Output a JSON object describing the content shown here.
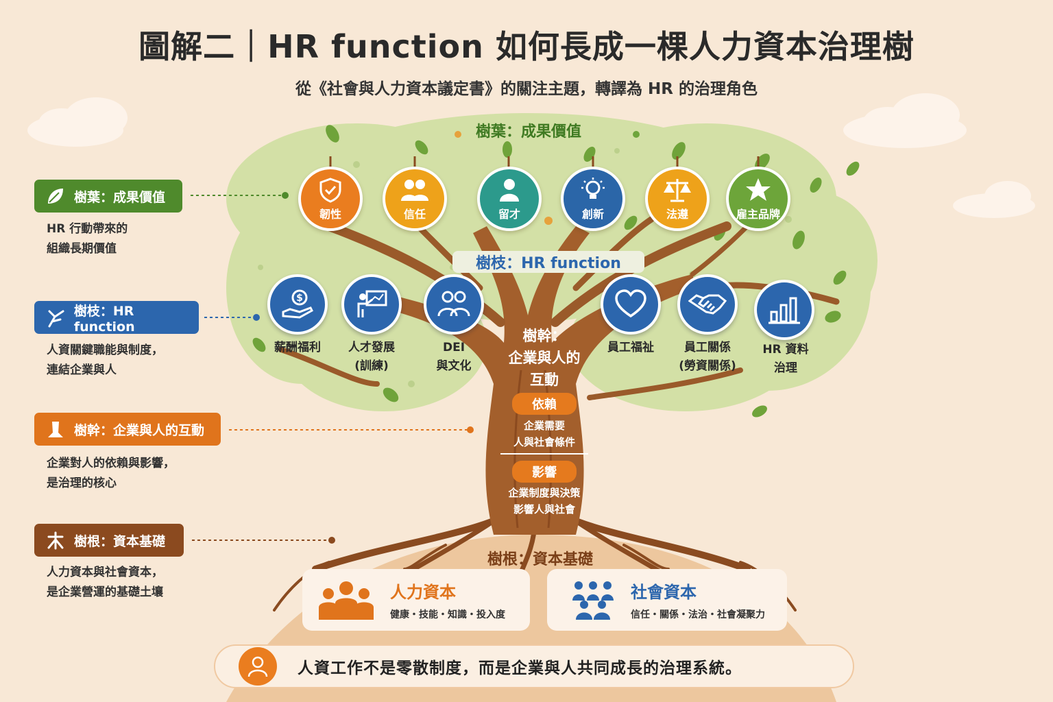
{
  "header": {
    "title": "圖解二｜HR function 如何長成一棵人力資本治理樹",
    "subtitle": "從《社會與人力資本議定書》的關注主題，轉譯為 HR 的治理角色"
  },
  "legend": [
    {
      "key": "leaves",
      "label": "樹葉：成果價值",
      "desc1": "HR 行動帶來的",
      "desc2": "組織長期價值",
      "color": "#4f8a2c",
      "icon": "leaf-icon"
    },
    {
      "key": "branches",
      "label": "樹枝：HR function",
      "desc1": "人資關鍵職能與制度，",
      "desc2": "連結企業與人",
      "color": "#2c66ad",
      "icon": "branch-icon"
    },
    {
      "key": "trunk",
      "label": "樹幹：企業與人的互動",
      "desc1": "企業對人的依賴與影響，",
      "desc2": "是治理的核心",
      "color": "#e0741c",
      "icon": "trunk-icon"
    },
    {
      "key": "roots",
      "label": "樹根：資本基礎",
      "desc1": "人力資本與社會資本，",
      "desc2": "是企業營運的基礎土壤",
      "color": "#8b4a1f",
      "icon": "roots-icon"
    }
  ],
  "tree": {
    "leaves_title": "樹葉：成果價值",
    "leaves": [
      {
        "label": "韌性",
        "color": "#ea7d1f",
        "icon": "shield-check-icon"
      },
      {
        "label": "信任",
        "color": "#eea21a",
        "icon": "people-icon"
      },
      {
        "label": "留才",
        "color": "#2c9a8c",
        "icon": "person-icon"
      },
      {
        "label": "創新",
        "color": "#2b66a8",
        "icon": "lightbulb-icon"
      },
      {
        "label": "法遵",
        "color": "#eea21a",
        "icon": "scales-icon"
      },
      {
        "label": "雇主品牌",
        "color": "#6da53a",
        "icon": "star-icon"
      }
    ],
    "branches_title": "樹枝：HR function",
    "branches": [
      {
        "line1": "薪酬福利",
        "line2": "",
        "icon": "money-hand-icon"
      },
      {
        "line1": "人才發展",
        "line2": "(訓練)",
        "icon": "teaching-icon"
      },
      {
        "line1": "DEI",
        "line2": "與文化",
        "icon": "diversity-icon"
      },
      {
        "line1": "員工福祉",
        "line2": "",
        "icon": "heart-icon"
      },
      {
        "line1": "員工關係",
        "line2": "(勞資關係)",
        "icon": "handshake-icon"
      },
      {
        "line1": "HR 資料",
        "line2": "治理",
        "icon": "bar-chart-icon"
      }
    ],
    "trunk": {
      "title1": "樹幹：",
      "title2": "企業與人的",
      "title3": "互動",
      "dependency_label": "依賴",
      "dependency_desc1": "企業需要",
      "dependency_desc2": "人與社會條件",
      "impact_label": "影響",
      "impact_desc1": "企業制度與決策",
      "impact_desc2": "影響人與社會"
    },
    "roots_title": "樹根：資本基礎",
    "roots": [
      {
        "title": "人力資本",
        "desc": "健康・技能・知識・投入度",
        "color": "#e0741c",
        "icon": "people-group-icon"
      },
      {
        "title": "社會資本",
        "desc": "信任・關係・法治・社會凝聚力",
        "color": "#2c66ad",
        "icon": "community-icon"
      }
    ]
  },
  "footer": {
    "text": "人資工作不是零散制度，而是企業與人共同成長的治理系統。",
    "icon": "person-circle-icon"
  }
}
